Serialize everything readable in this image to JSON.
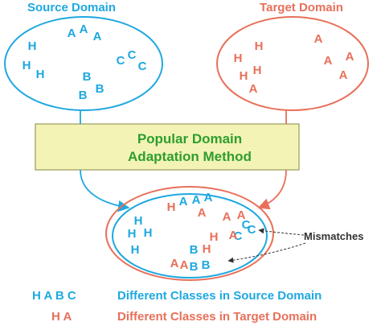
{
  "colors": {
    "source": "#1ea8e0",
    "target": "#e8705a",
    "method_text": "#2e9e2e",
    "method_fill": "#f3f3b6",
    "method_border": "#9a9a5a",
    "annotation": "#333333"
  },
  "source": {
    "title": "Source Domain",
    "letters": [
      "H",
      "A",
      "A",
      "A",
      "H",
      "H",
      "C",
      "C",
      "C",
      "B",
      "B",
      "B"
    ]
  },
  "target": {
    "title": "Target Domain",
    "letters": [
      "H",
      "H",
      "A",
      "A",
      "A",
      "A",
      "H",
      "H",
      "A"
    ]
  },
  "method": {
    "line1": "Popular Domain",
    "line2": "Adaptation Method"
  },
  "combined": {
    "source_letters": [
      "H",
      "A",
      "A",
      "A",
      "H",
      "H",
      "H",
      "H",
      "C",
      "C",
      "C",
      "B",
      "B",
      "B"
    ],
    "target_letters": [
      "H",
      "A",
      "A",
      "A",
      "H",
      "A",
      "A",
      "H",
      "A"
    ]
  },
  "annotation": {
    "label": "Mismatches"
  },
  "legend": {
    "source_letters": "H A B C",
    "source_text": "Different Classes in Source Domain",
    "target_letters": "H A",
    "target_text": "Different Classes in Target Domain"
  }
}
